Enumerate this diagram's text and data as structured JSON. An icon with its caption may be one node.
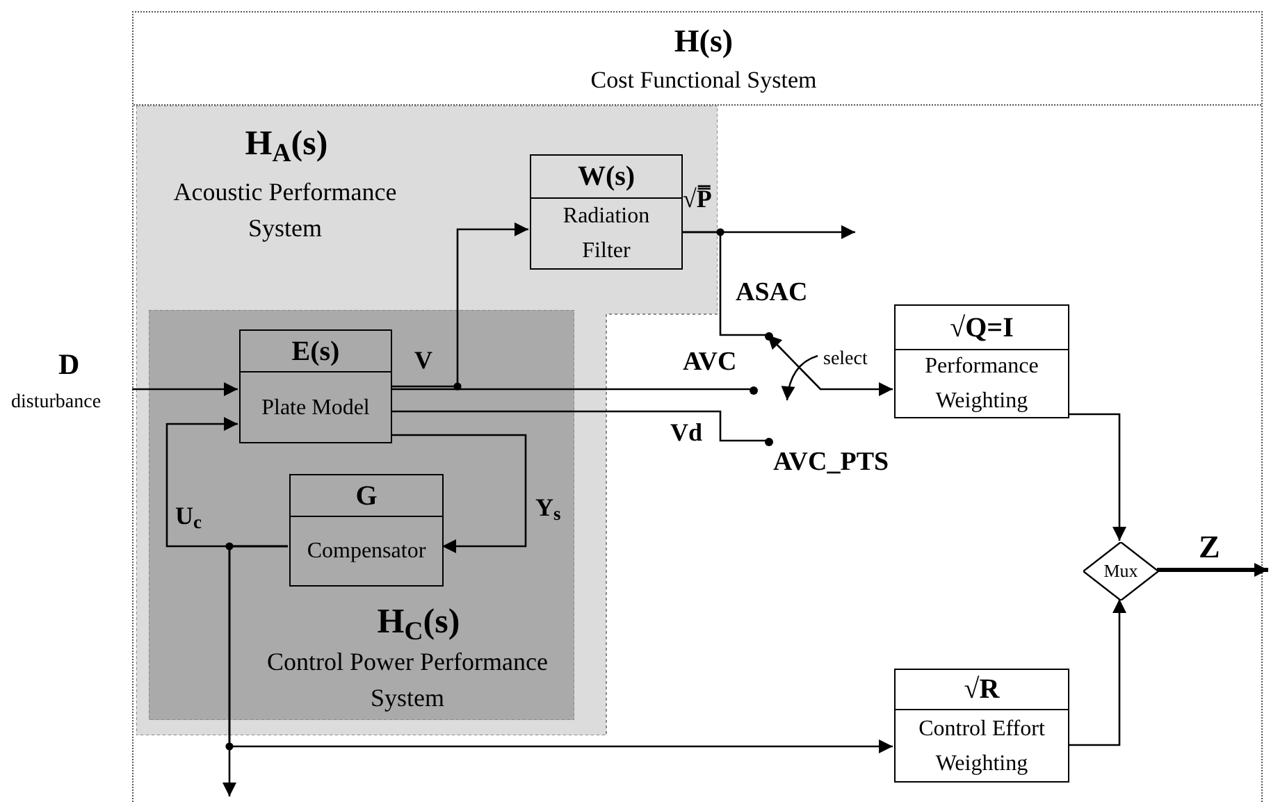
{
  "diagram": {
    "nodes": [
      {
        "text": [
          "H(s)",
          "Cost Functional System"
        ]
      },
      {
        "text": [
          "H$_{A}$(s)",
          "Acoustic Performance System"
        ],
        "in": 0
      },
      {
        "text": [
          "H$_{C}$(s)",
          "Control Power Performance System"
        ],
        "in": 1
      },
      {
        "text": [
          "W(s)",
          "Radiation Filter"
        ],
        "in": 1
      },
      {
        "text": [
          "E(s)",
          "Plate Model"
        ],
        "in": 2
      },
      {
        "text": [
          "G",
          "Compensator"
        ],
        "in": 2
      },
      {
        "text": [
          "√Q=I",
          "Performance Weighting"
        ],
        "in": 0
      },
      {
        "text": [
          "√R",
          "Control Effort Weighting"
        ],
        "in": 0
      },
      {
        "text": [
          "Mux"
        ],
        "in": 0
      },
      {
        "text": [
          "D",
          "disturbance"
        ]
      },
      {
        "text": [
          "ASAC"
        ],
        "in": 0
      },
      {
        "text": [
          "AVC"
        ],
        "in": 0
      },
      {
        "text": [
          "AVC_PTS"
        ],
        "in": 0
      }
    ],
    "edges": [
      {
        "from": 9,
        "to": 4,
        "arrow": "to"
      },
      {
        "from": 4,
        "to": 11,
        "arrow": "none",
        "label": "V"
      },
      {
        "from": 4,
        "to": 3,
        "arrow": "to"
      },
      {
        "from": 4,
        "to": 12,
        "arrow": "none",
        "label": "Vd"
      },
      {
        "from": 4,
        "to": 5,
        "arrow": "to",
        "label": "Y$_{s}$"
      },
      {
        "from": 3,
        "to": 10,
        "arrow": "none",
        "label": "√P̿"
      },
      {
        "from": 3,
        "to": null,
        "arrow": "to"
      },
      {
        "from": 10,
        "to": 6,
        "arrow": "both",
        "label": "select"
      },
      {
        "from": 6,
        "to": 8,
        "arrow": "to"
      },
      {
        "from": 7,
        "to": 8,
        "arrow": "to"
      },
      {
        "from": 8,
        "to": null,
        "arrow": "to",
        "label": "Z",
        "style": "thick"
      },
      {
        "from": 5,
        "to": 4,
        "arrow": "to",
        "label": "U$_{c}$"
      },
      {
        "from": 5,
        "to": null,
        "arrow": "to"
      },
      {
        "from": 5,
        "to": 7,
        "arrow": "to"
      }
    ]
  }
}
